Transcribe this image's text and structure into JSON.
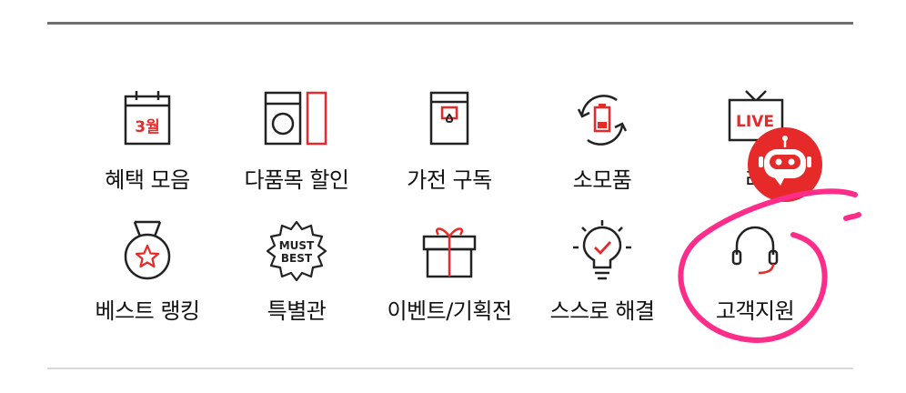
{
  "colors": {
    "accent": "#e62a2a",
    "icon_stroke": "#222222",
    "highlight": "#ff2d8a"
  },
  "menu": {
    "row1": [
      {
        "label": "혜택 모음",
        "icon": "calendar-icon",
        "badge": "3월"
      },
      {
        "label": "다품목 할인",
        "icon": "appliances-icon"
      },
      {
        "label": "가전 구독",
        "icon": "subscription-box-icon"
      },
      {
        "label": "소모품",
        "icon": "consumables-battery-icon"
      },
      {
        "label": "라",
        "icon": "live-tv-icon",
        "badge": "LIVE"
      }
    ],
    "row2": [
      {
        "label": "베스트 랭킹",
        "icon": "medal-icon"
      },
      {
        "label": "특별관",
        "icon": "must-best-badge-icon",
        "badge_line1": "MUST",
        "badge_line2": "BEST"
      },
      {
        "label": "이벤트/기획전",
        "icon": "gift-icon"
      },
      {
        "label": "스스로 해결",
        "icon": "lightbulb-check-icon"
      },
      {
        "label": "고객지원",
        "icon": "headset-icon"
      }
    ]
  },
  "chatbot": {
    "icon": "chatbot-robot-icon"
  }
}
